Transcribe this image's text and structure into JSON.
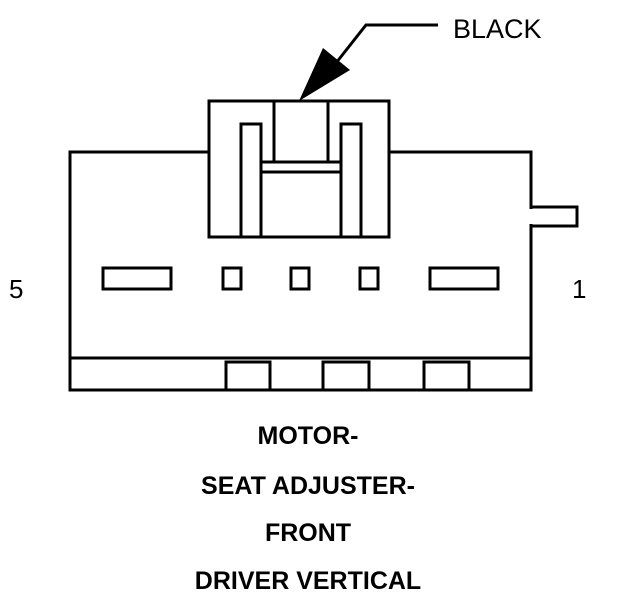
{
  "diagram": {
    "callout_label": "BLACK",
    "pin_left": "5",
    "pin_right": "1",
    "title_lines": [
      "MOTOR-",
      "SEAT ADJUSTER-",
      "FRONT",
      "DRIVER VERTICAL"
    ]
  },
  "colors": {
    "line": "#000000",
    "background": "#ffffff"
  }
}
